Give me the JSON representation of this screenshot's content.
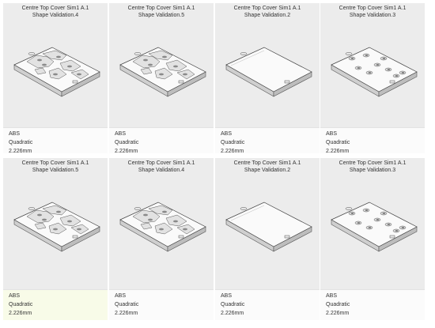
{
  "cards": [
    {
      "title1": "Centre Top Cover Sim1 A.1",
      "title2": "Shape Validation.4",
      "material": "ABS",
      "element": "Quadratic",
      "size": "2.226mm",
      "variant": "heavy"
    },
    {
      "title1": "Centre Top Cover Sim1 A.1",
      "title2": "Shape Validation.5",
      "material": "ABS",
      "element": "Quadratic",
      "size": "2.226mm",
      "variant": "heavy"
    },
    {
      "title1": "Centre Top Cover Sim1 A.1",
      "title2": "Shape Validation.2",
      "material": "ABS",
      "element": "Quadratic",
      "size": "2.226mm",
      "variant": "plain"
    },
    {
      "title1": "Centre Top Cover Sim1 A.1",
      "title2": "Shape Validation.3",
      "material": "ABS",
      "element": "Quadratic",
      "size": "2.226mm",
      "variant": "spots"
    },
    {
      "title1": "Centre Top Cover Sim1 A.1",
      "title2": "Shape Validation.5",
      "material": "ABS",
      "element": "Quadratic",
      "size": "2.226mm",
      "variant": "heavy",
      "selected": true
    },
    {
      "title1": "Centre Top Cover Sim1 A.1",
      "title2": "Shape Validation.4",
      "material": "ABS",
      "element": "Quadratic",
      "size": "2.226mm",
      "variant": "heavy"
    },
    {
      "title1": "Centre Top Cover Sim1 A.1",
      "title2": "Shape Validation.2",
      "material": "ABS",
      "element": "Quadratic",
      "size": "2.226mm",
      "variant": "plain"
    },
    {
      "title1": "Centre Top Cover Sim1 A.1",
      "title2": "Shape Validation.3",
      "material": "ABS",
      "element": "Quadratic",
      "size": "2.226mm",
      "variant": "spots"
    }
  ]
}
